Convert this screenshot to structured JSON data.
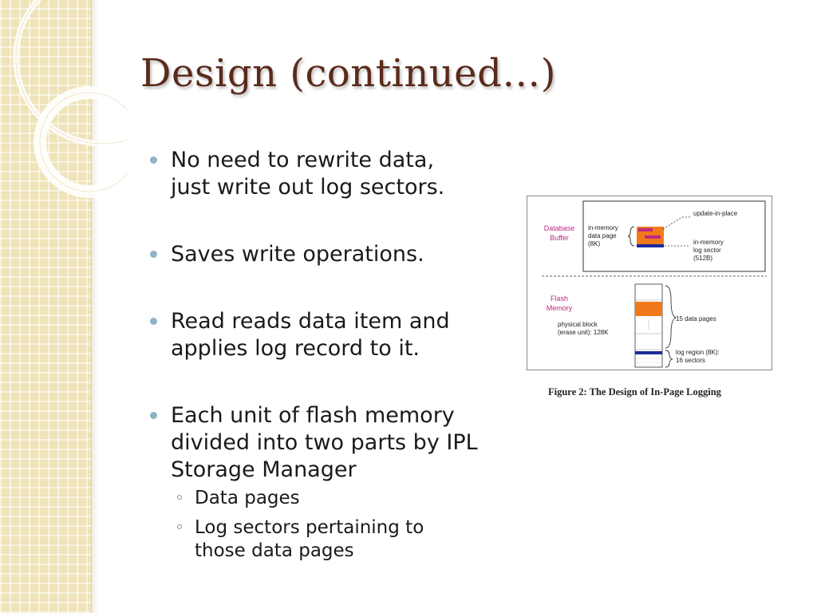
{
  "slide": {
    "title": "Design (continued…)",
    "bullets": [
      {
        "lines": [
          "No need to rewrite data,",
          "just write out log sectors."
        ]
      },
      {
        "lines": [
          "Saves write operations."
        ]
      },
      {
        "lines": [
          "Read reads data item and",
          "applies log record to it."
        ]
      },
      {
        "lines": [
          "Each unit of flash memory",
          "divided into two parts by IPL",
          "Storage Manager"
        ],
        "sub": [
          {
            "lines": [
              "Data pages"
            ]
          },
          {
            "lines": [
              "Log sectors pertaining to",
              "those data pages"
            ]
          }
        ]
      }
    ]
  },
  "figure": {
    "caption": "Figure 2:  The Design of In-Page Logging",
    "labels": {
      "database_buffer": [
        "Database",
        "Buffer"
      ],
      "in_memory_data_page": [
        "in-memory",
        "data page",
        "(8K)"
      ],
      "update_in_place": "update-in-place",
      "in_memory_log_sector": [
        "in-memory",
        "log sector",
        "(512B)"
      ],
      "flash_memory": [
        "Flash",
        "Memory"
      ],
      "physical_block": [
        "physical block",
        "(erase unit): 128K"
      ],
      "data_pages": "15 data pages",
      "log_region": [
        "log region (8K):",
        "16 sectors"
      ]
    }
  },
  "colors": {
    "title": "#5a2a1c",
    "bullet_dot": "#8fb3c4",
    "strip": "#efe3b9",
    "magenta": "#c0287f",
    "orange": "#f07a1a",
    "navy": "#1a2a9a"
  }
}
